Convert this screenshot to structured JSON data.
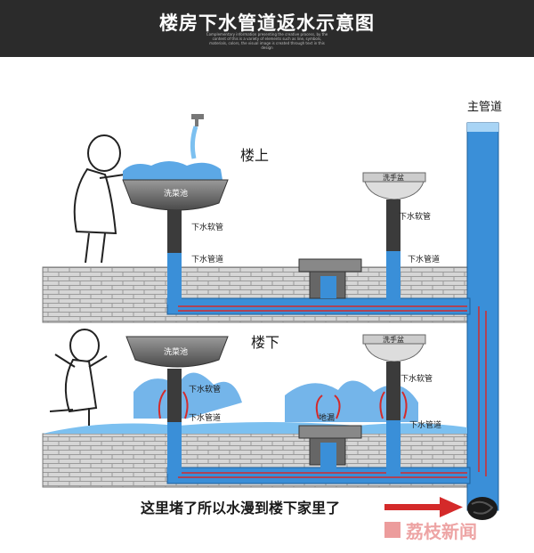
{
  "header": {
    "title": "楼房下水管道返水示意图",
    "subtitle": "Complementary information presenting the creative process, by the content of this is a variety of elements such as line, symbols, materials, colors, the visual image is created through text in this design"
  },
  "labels": {
    "main_pipe": "主管道",
    "upstairs": "楼上",
    "downstairs": "楼下",
    "sink_upstairs": "洗菜池",
    "sink_downstairs": "洗菜池",
    "basin_upstairs": "洗手盆",
    "basin_downstairs": "洗手盆",
    "hose_1": "下水软管",
    "hose_2": "下水软管",
    "hose_3": "下水软管",
    "hose_4": "下水软管",
    "drain_1": "下水管道",
    "drain_2": "下水管道",
    "drain_3": "下水管道",
    "drain_4": "下水管道",
    "floor_drain": "地漏",
    "blockage_note": "这里堵了所以水漫到楼下家里了"
  },
  "watermark": {
    "text": "荔枝新闻"
  },
  "colors": {
    "water": "#3a8fd8",
    "water_light": "#7cc0f0",
    "pipe_red": "#d42a2a",
    "brick": "#c8c8c8",
    "banner": "#2b2b2b"
  }
}
